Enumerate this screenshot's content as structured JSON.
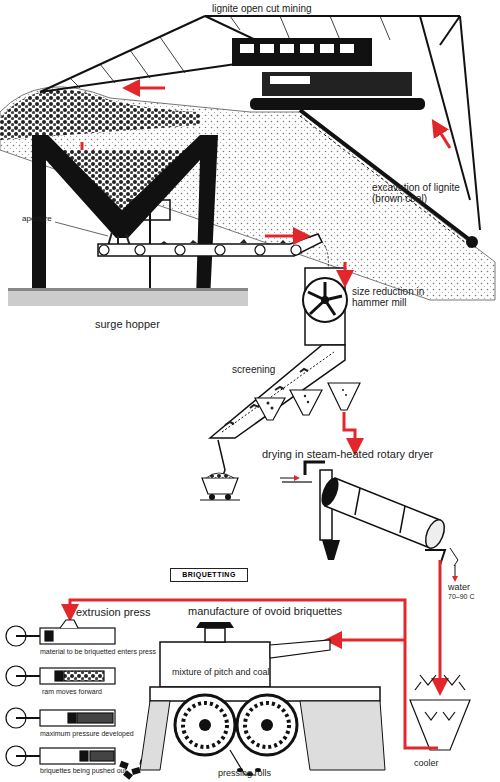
{
  "diagram": {
    "nodes": [
      {
        "text": [
          "BRIQUETTING"
        ]
      }
    ],
    "labels": [
      "lignite open cut mining",
      "excavation of lignite (brown coal)",
      "aperture",
      "surge hopper",
      "size reduction in hammer mill",
      "screening",
      "drying in steam-heated rotary dryer",
      "water",
      "70–90 C",
      "extrusion press",
      "manufacture of ovoid briquettes",
      "material to be briquetted enters press",
      "ram moves forward",
      "maximum pressure developed",
      "briquettes being pushed out",
      "mixture of pitch and coal",
      "cooler",
      "pressing rolls"
    ]
  }
}
